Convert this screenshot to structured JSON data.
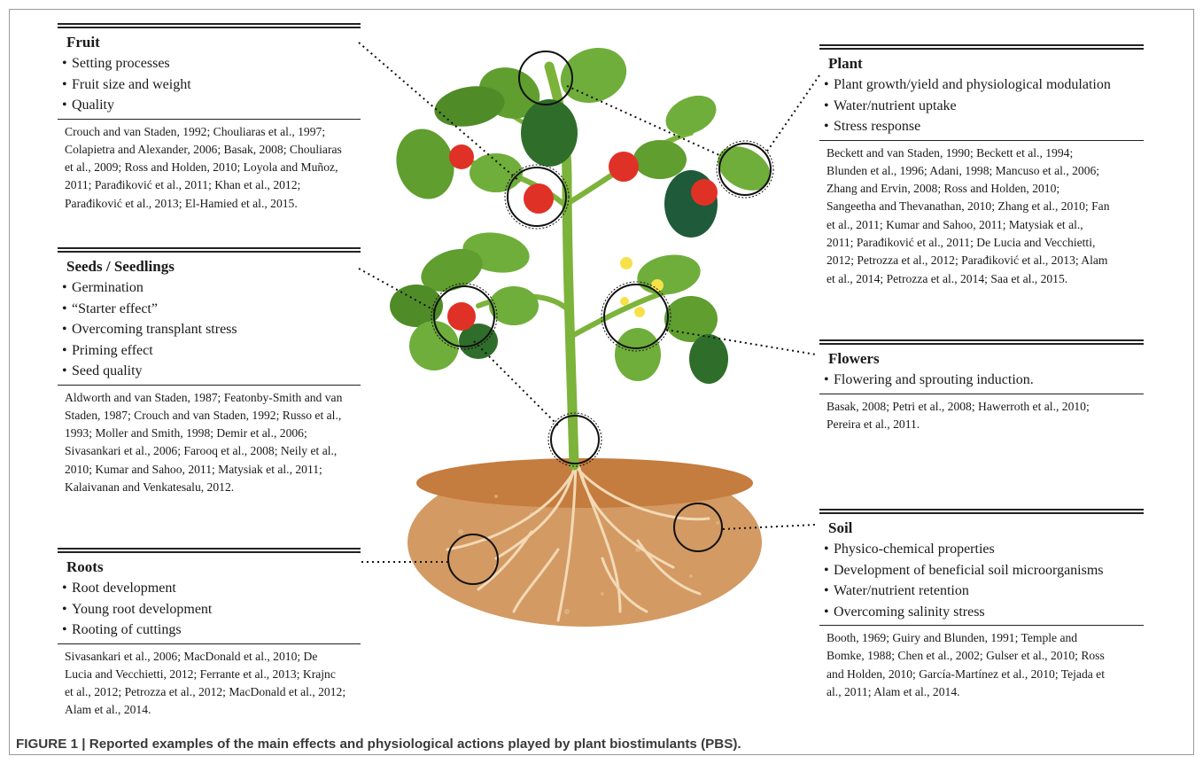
{
  "panels": {
    "fruit": {
      "title": "Fruit",
      "items": [
        "Setting processes",
        "Fruit size and weight",
        "Quality"
      ],
      "refs": "Crouch and van Staden, 1992; Chouliaras et al., 1997; Colapietra and Alexander, 2006; Basak, 2008; Chouliaras et al., 2009; Ross and Holden, 2010; Loyola and Muñoz, 2011; Parađiković et al., 2011; Khan et al., 2012; Parađiković et al., 2013; El-Hamied et al., 2015."
    },
    "seeds": {
      "title": "Seeds / Seedlings",
      "items": [
        "Germination",
        "“Starter effect”",
        "Overcoming transplant stress",
        "Priming effect",
        "Seed quality"
      ],
      "refs": "Aldworth and van Staden, 1987; Featonby-Smith and van Staden, 1987; Crouch and van Staden, 1992; Russo et al., 1993; Moller and Smith, 1998; Demir et al., 2006; Sivasankari et al., 2006; Farooq et al., 2008; Neily et al., 2010; Kumar and Sahoo, 2011; Matysiak et al., 2011; Kalaivanan and Venkatesalu, 2012."
    },
    "roots": {
      "title": "Roots",
      "items": [
        "Root development",
        "Young root development",
        "Rooting of cuttings"
      ],
      "refs": "Sivasankari et al., 2006; MacDonald et al., 2010; De Lucia and Vecchietti, 2012; Ferrante et al., 2013; Krajnc et al., 2012; Petrozza et al., 2012; MacDonald et al., 2012; Alam et al., 2014."
    },
    "plant": {
      "title": "Plant",
      "items": [
        "Plant growth/yield and physiological modulation",
        "Water/nutrient uptake",
        "Stress response"
      ],
      "refs": "Beckett and van Staden, 1990; Beckett et al., 1994; Blunden et al., 1996; Adani, 1998; Mancuso et al., 2006; Zhang and Ervin, 2008; Ross and Holden, 2010; Sangeetha and Thevanathan, 2010; Zhang et al., 2010; Fan et al., 2011; Kumar and Sahoo, 2011; Matysiak et al., 2011; Parađiković et al., 2011; De Lucia and Vecchietti, 2012; Petrozza et al., 2012; Parađiković et al., 2013; Alam et al., 2014; Petrozza et al., 2014; Saa et al., 2015."
    },
    "flowers": {
      "title": "Flowers",
      "items": [
        "Flowering and sprouting induction."
      ],
      "refs": "Basak, 2008; Petri et al., 2008; Hawerroth et al., 2010; Pereira et al., 2011."
    },
    "soil": {
      "title": "Soil",
      "items": [
        "Physico-chemical properties",
        "Development of beneficial soil microorganisms",
        "Water/nutrient retention",
        "Overcoming salinity stress"
      ],
      "refs": "Booth, 1969; Guiry and Blunden, 1991; Temple and Bomke, 1988; Chen et al., 2002; Gulser et al., 2010; Ross and Holden, 2010; García-Martínez et al., 2010; Tejada et al., 2011; Alam et al., 2014."
    }
  },
  "caption": "FIGURE 1 | Reported examples of the main effects and physiological actions played by plant biostimulants (PBS)."
}
